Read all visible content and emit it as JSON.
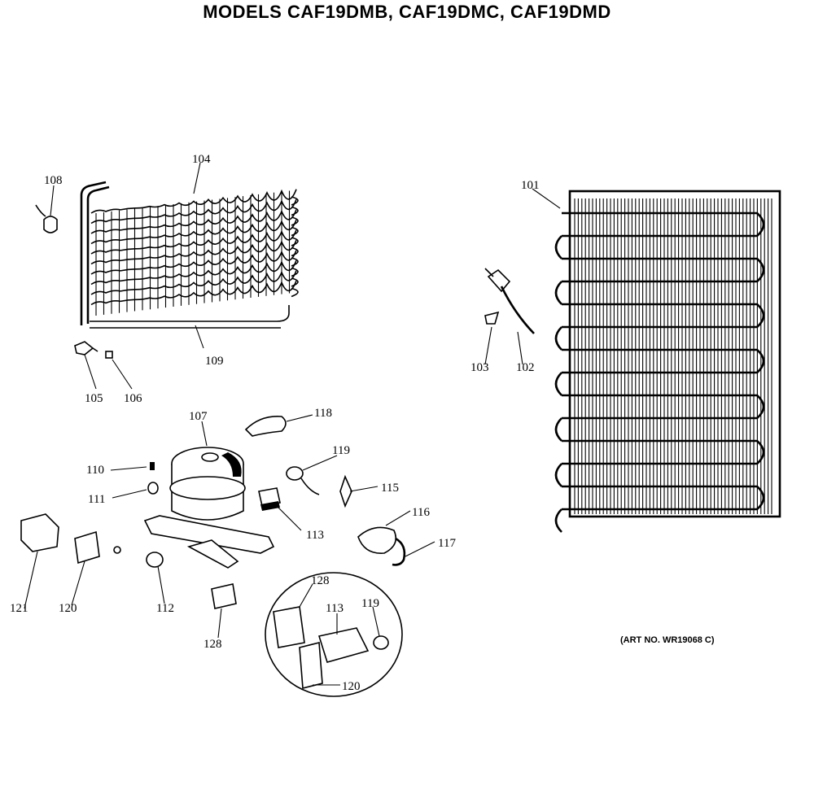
{
  "title": "MODELS CAF19DMB, CAF19DMC, CAF19DMD",
  "art_number": "(ART NO. WR19068 C)",
  "callouts": {
    "p101": "101",
    "p102": "102",
    "p103": "103",
    "p104": "104",
    "p105": "105",
    "p106": "106",
    "p107": "107",
    "p108": "108",
    "p109": "109",
    "p110": "110",
    "p111": "111",
    "p112": "112",
    "p113": "113",
    "p115": "115",
    "p116": "116",
    "p117": "117",
    "p118": "118",
    "p119": "119",
    "p120": "120",
    "p121": "121",
    "p128": "128",
    "inset_128": "128",
    "inset_113": "113",
    "inset_119": "119",
    "inset_120": "120"
  }
}
